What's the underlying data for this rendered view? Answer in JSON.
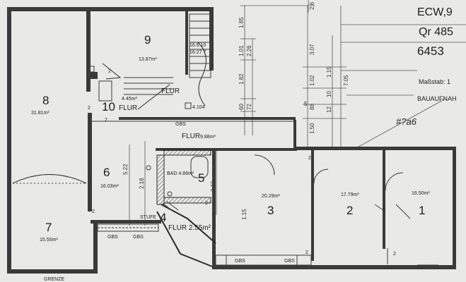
{
  "header": {
    "line1": "ECW,9",
    "line2": "Qr 485",
    "line3": "6453",
    "scale": "Maßstab: 1",
    "survey": "BAUAUFNAH",
    "note": "#?a6"
  },
  "rooms": [
    {
      "num": "8",
      "area": "31.81m²"
    },
    {
      "num": "9",
      "area": "13.87m²"
    },
    {
      "num": "10",
      "area": "FLUR"
    },
    {
      "num": "6",
      "area": "16.03m²"
    },
    {
      "num": "7",
      "area": "15.55m²"
    },
    {
      "num": "5",
      "area": "BAD 4.86m²"
    },
    {
      "num": "4",
      "area": "FLUR 2.55m²"
    },
    {
      "num": "3",
      "area": "20.29m²"
    },
    {
      "num": "2",
      "area": "17.79m²"
    },
    {
      "num": "1",
      "area": "16.50m²"
    }
  ],
  "labels": {
    "flur_top": "FLUR",
    "flur_top_area": "4.45m²",
    "flur_mid": "FLUR",
    "flur_mid_area": "9.88m²",
    "gbs": "GBS",
    "stufe": "STUFE",
    "grenze": "GRENZE",
    "stair_a": "16.6.10",
    "stair_b": "16.27.7",
    "step_a": "4.104",
    "door2": "2"
  },
  "dims": {
    "d1": "1.85",
    "d2": "1.01",
    "d3": "2.26",
    "d4": "1.82",
    "d5": "60",
    "d6": "72",
    "d7": "3.07",
    "d8": "1.02",
    "d9": "10",
    "d10": "88",
    "d11": "12",
    "d12": "1.50",
    "d13": "1.15",
    "d14": "7.05",
    "d15": "5.22",
    "d16": "2.18",
    "d17": "3.16",
    "d18": "1.15",
    "d19": "5",
    "d20": "2.6"
  }
}
